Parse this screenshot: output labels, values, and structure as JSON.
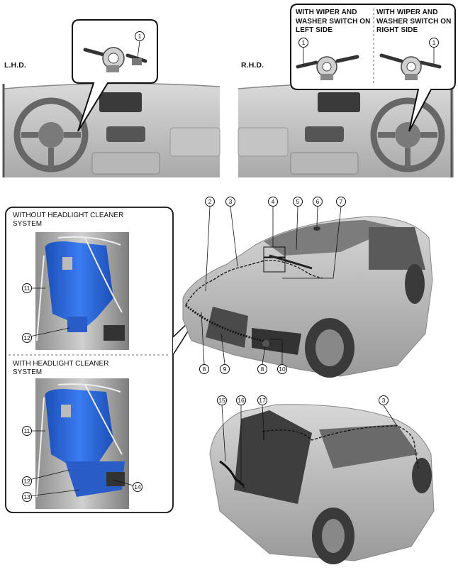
{
  "top_section": {
    "lhd_label": "L.H.D.",
    "rhd_label": "R.H.D.",
    "rhd_callout": {
      "left_caption": "WITH WIPER AND WASHER SWITCH ON LEFT SIDE",
      "right_caption": "WITH WIPER AND WASHER SWITCH ON RIGHT SIDE"
    }
  },
  "detail_box": {
    "without_caption": "WITHOUT HEADLIGHT CLEANER SYSTEM",
    "with_caption": "WITH HEADLIGHT CLEANER SYSTEM"
  },
  "callouts": {
    "n1": "1",
    "n2": "2",
    "n3": "3",
    "n4": "4",
    "n5": "5",
    "n6": "6",
    "n7": "7",
    "n8": "8",
    "n9": "9",
    "n10": "10",
    "n11": "11",
    "n12": "12",
    "n13": "13",
    "n14": "14",
    "n15": "15",
    "n16": "16",
    "n17": "17"
  },
  "colors": {
    "tank_blue": "#2e6fe0",
    "body_gray": "#c9c9c9",
    "outline": "#1a1a1a"
  }
}
